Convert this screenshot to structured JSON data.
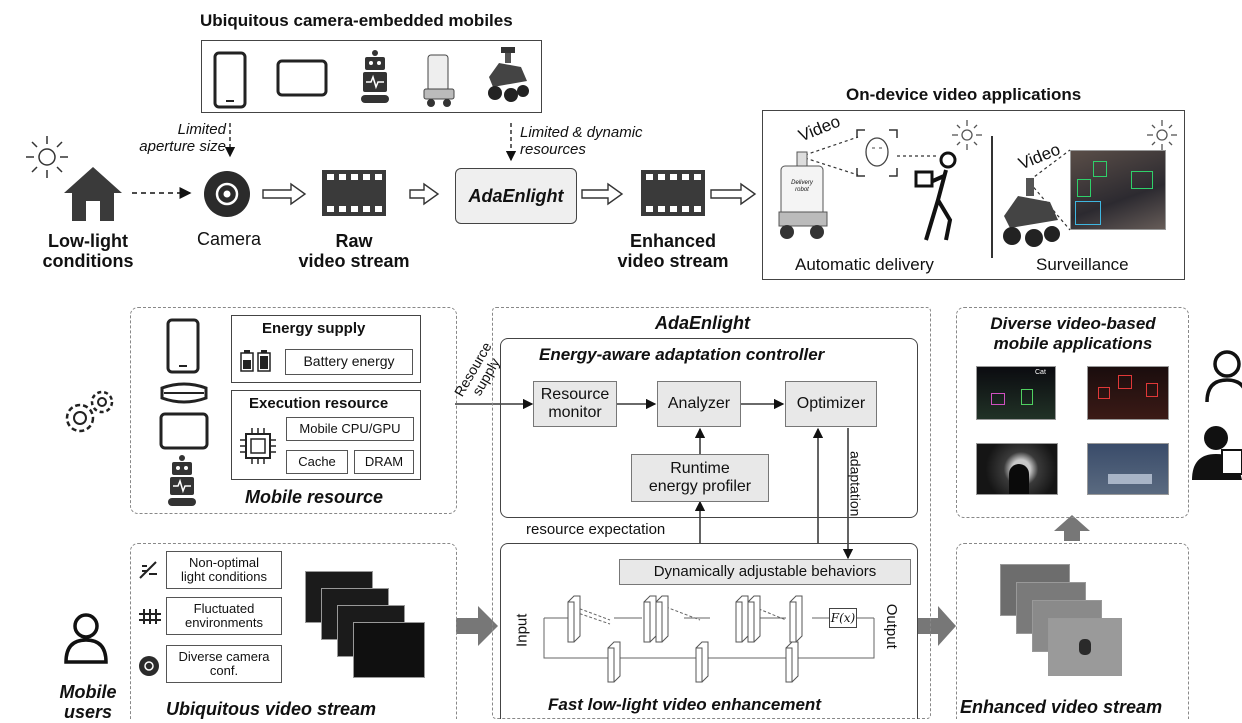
{
  "top": {
    "mobiles_title": "Ubiquitous camera-embedded mobiles",
    "limited_aperture": "Limited\naperture size",
    "limited_resources": "Limited & dynamic\nresources",
    "low_light": "Low-light\nconditions",
    "camera": "Camera",
    "raw_stream": "Raw\nvideo stream",
    "adaenlight": "AdaEnlight",
    "enhanced_stream": "Enhanced\nvideo stream",
    "apps_title": "On-device video applications",
    "video_label_1": "Video",
    "video_label_2": "Video",
    "delivery_robot_text": "Delivery\nrobot",
    "auto_delivery": "Automatic delivery",
    "surveillance": "Surveillance"
  },
  "mobile_resource": {
    "energy_supply": "Energy supply",
    "battery": "Battery energy",
    "execution_resource": "Execution resource",
    "cpu_gpu": "Mobile CPU/GPU",
    "cache": "Cache",
    "dram": "DRAM",
    "title": "Mobile resource",
    "resource_supply": "Resource\nsupply"
  },
  "ada": {
    "title": "AdaEnlight",
    "controller": "Energy-aware adaptation controller",
    "resource_monitor": "Resource\nmonitor",
    "analyzer": "Analyzer",
    "optimizer": "Optimizer",
    "profiler": "Runtime\nenergy profiler",
    "adaptation": "adaptation",
    "resource_expectation": "resource expectation",
    "dynamic_behaviors": "Dynamically adjustable behaviors",
    "input": "Input",
    "output": "Output",
    "fx": "F(x)",
    "enhancement_title": "Fast low-light video enhancement"
  },
  "video_stream": {
    "non_optimal": "Non-optimal\nlight conditions",
    "fluctuated": "Fluctuated\nenvironments",
    "diverse_camera": "Diverse camera\nconf.",
    "title": "Ubiquitous video stream",
    "mobile_users": "Mobile\nusers"
  },
  "right": {
    "diverse_apps": "Diverse video-based\nmobile applications",
    "cat_tag": "Cat",
    "enhanced_stream": "Enhanced video stream"
  },
  "icons": [
    "sun-icon",
    "house-icon",
    "camera-icon",
    "film-strip-icon",
    "phone-icon",
    "tablet-icon",
    "robot-icon",
    "delivery-robot-icon",
    "gears-icon",
    "user-icon",
    "battery-icon",
    "chip-icon",
    "vr-headset-icon"
  ]
}
